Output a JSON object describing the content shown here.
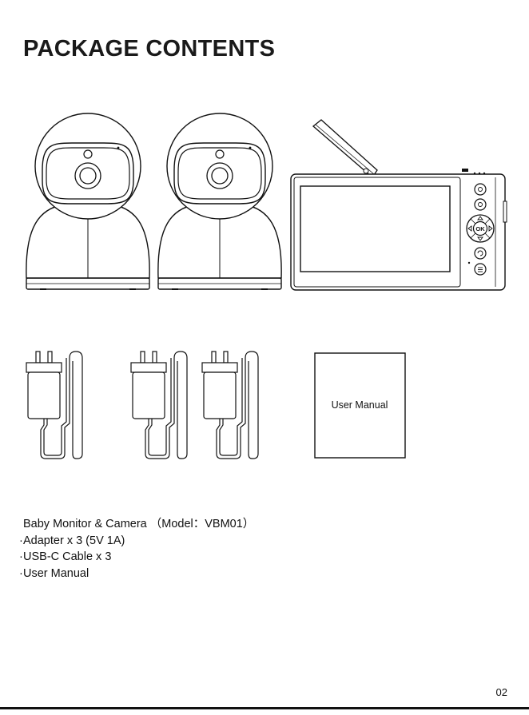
{
  "page": {
    "title": "PACKAGE CONTENTS",
    "page_number": "02"
  },
  "illustration": {
    "manual_label": "User Manual",
    "monitor_buttons": {
      "ok_label": "OK"
    },
    "icons": [
      "camera-icon",
      "camera-icon",
      "monitor-icon",
      "adapter-cable-icon",
      "adapter-cable-icon",
      "adapter-cable-icon",
      "user-manual-icon"
    ]
  },
  "contents": {
    "items": [
      {
        "bullet": "",
        "text": "Baby Monitor & Camera （Model：VBM01）"
      },
      {
        "bullet": "·",
        "text": "Adapter x 3 (5V 1A)"
      },
      {
        "bullet": "·",
        "text": "USB-C Cable x 3"
      },
      {
        "bullet": "·",
        "text": "User Manual"
      }
    ]
  }
}
